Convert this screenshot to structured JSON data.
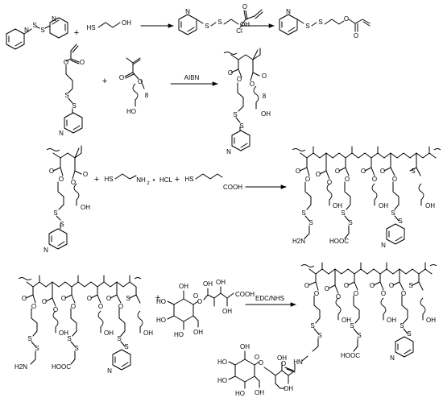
{
  "reactions": [
    {
      "id": "r1",
      "plus_signs": [
        "+"
      ],
      "reagent_2": {
        "labels": [
          "HS",
          "OH"
        ]
      },
      "intermediate": {
        "labels": [
          "N",
          "S",
          "S",
          "OH"
        ]
      },
      "acryloyl_chloride": {
        "labels": [
          "O",
          "Cl"
        ]
      },
      "product": {
        "labels": [
          "N",
          "S",
          "S",
          "O",
          "O"
        ]
      },
      "reactant_1": {
        "labels": [
          "N",
          "S",
          "S",
          "N"
        ]
      }
    },
    {
      "id": "r2",
      "plus_signs": [
        "+"
      ],
      "condition": "AIBN",
      "monomer_1": {
        "labels": [
          "O",
          "O",
          "S",
          "S",
          "N"
        ]
      },
      "monomer_2": {
        "labels": [
          "O",
          "O",
          "8",
          "HO"
        ]
      },
      "copolymer": {
        "labels": [
          "O",
          "O",
          "O",
          "O",
          "8",
          "OH",
          "S",
          "S",
          "N"
        ]
      }
    },
    {
      "id": "r3",
      "plus_signs": [
        "+",
        "+"
      ],
      "polymer": {
        "labels": [
          "O",
          "O",
          "O",
          "O",
          "S",
          "S",
          "OH",
          "N"
        ]
      },
      "cysteamine": {
        "labels": [
          "HS",
          "NH",
          "2",
          "•",
          "HCL"
        ]
      },
      "mercaptopropionic_acid": {
        "labels": [
          "HS",
          "COOH"
        ]
      },
      "product": {
        "labels": [
          "O",
          "O",
          "O",
          "O",
          "O",
          "O",
          "O",
          "O",
          "O",
          "O",
          "S",
          "S",
          "S",
          "S",
          "S",
          "S",
          "S",
          "OH",
          "OH",
          "OH",
          "H2N",
          "HOOC",
          "N"
        ]
      }
    },
    {
      "id": "r4",
      "plus_signs": [
        "+"
      ],
      "condition": "EDC/NHS",
      "reactant": {
        "labels": [
          "O",
          "O",
          "O",
          "O",
          "O",
          "O",
          "O",
          "O",
          "O",
          "O",
          "S",
          "S",
          "S",
          "S",
          "S",
          "S",
          "S",
          "OH",
          "OH",
          "OH",
          "H2N",
          "HOOC",
          "N"
        ]
      },
      "lactobionic_acid": {
        "labels": [
          "OH",
          "OH",
          "OH",
          "OH",
          "HO",
          "HO",
          "HO",
          "OH",
          "O",
          "O",
          "COOH"
        ]
      },
      "product": {
        "labels": [
          "O",
          "O",
          "O",
          "O",
          "O",
          "O",
          "O",
          "O",
          "O",
          "O",
          "S",
          "S",
          "S",
          "S",
          "S",
          "S",
          "S",
          "OH",
          "OH",
          "OH",
          "HN",
          "HOOC",
          "N",
          "OH",
          "OH",
          "HO",
          "HO",
          "OH",
          "HO",
          "OH",
          "O",
          "O",
          "O"
        ]
      }
    }
  ]
}
